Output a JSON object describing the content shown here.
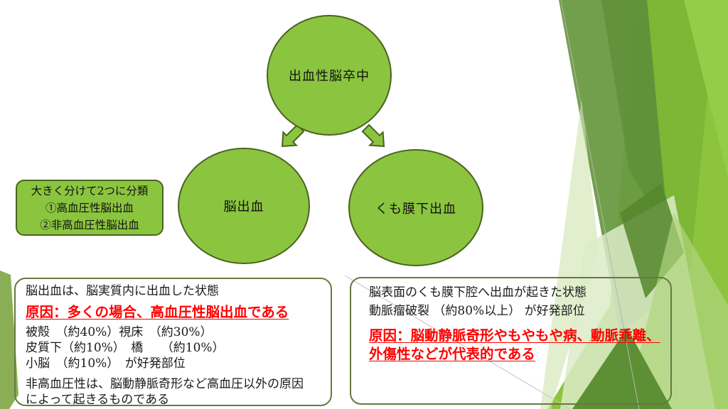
{
  "slide": {
    "colors": {
      "accent_green": "#8bc53f",
      "shape_border_green": "#4a6320",
      "box_border_olive": "#66793f",
      "red_text": "#ff0000",
      "deco_dark_green": "#6a9a42",
      "deco_pale_green": "#dcebc8"
    }
  },
  "diagram": {
    "top_circle_label": "出血性脳卒中",
    "left_circle_label": "脳出血",
    "right_circle_label": "くも膜下出血",
    "classification_box": {
      "line1": "大きく分けて2つに分類",
      "line2": "①高血圧性脳出血",
      "line3": "②非高血圧性脳出血"
    }
  },
  "left_info_box": {
    "line1": "脳出血は、脳実質内に出血した状態",
    "cause": "原因：多くの場合、高血圧性脳出血である",
    "stats": [
      "被殻　（約40%）視床　（約30%）",
      "皮質下（約10%）　橋　　（約10%）",
      "小脳　（約10%）　が好発部位"
    ],
    "note": [
      "非高血圧性は、脳動静脈奇形など高血圧以外の原因",
      "によって起きるものである"
    ]
  },
  "right_info_box": {
    "line1": "脳表面のくも膜下腔へ出血が起きた状態",
    "line2": "動脈瘤破裂 （約80%以上） が好発部位",
    "cause": [
      "原因：脳動静脈奇形やもやもや病、動脈乖離、",
      "外傷性などが代表的である"
    ]
  }
}
